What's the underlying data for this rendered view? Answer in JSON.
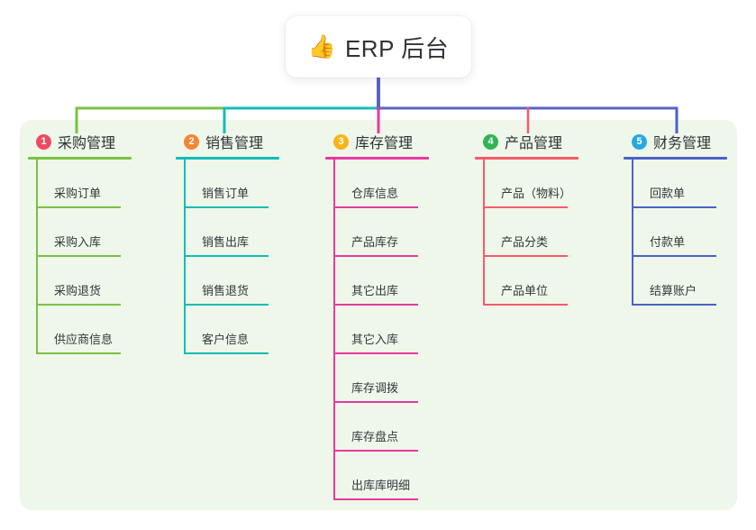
{
  "diagram": {
    "type": "mind-map",
    "root": {
      "emoji": "👍",
      "emoji_name": "thumbs-up-icon",
      "title": "ERP 后台"
    },
    "panel_background": "#eef7e9",
    "trunk_color": "#5d62c4",
    "branches": [
      {
        "index": "1",
        "title": "采购管理",
        "badge_color": "#ec4b62",
        "line_color": "#7ac143",
        "rule_width": 115,
        "connector_color": "#7ac143",
        "items": [
          {
            "label": "采购订单"
          },
          {
            "label": "采购入库"
          },
          {
            "label": "采购退货"
          },
          {
            "label": "供应商信息"
          }
        ]
      },
      {
        "index": "2",
        "title": "销售管理",
        "badge_color": "#f58634",
        "line_color": "#12bdb6",
        "rule_width": 115,
        "connector_color": "#12bdb6",
        "items": [
          {
            "label": "销售订单"
          },
          {
            "label": "销售出库"
          },
          {
            "label": "销售退货"
          },
          {
            "label": "客户信息"
          }
        ]
      },
      {
        "index": "3",
        "title": "库存管理",
        "badge_color": "#f9b418",
        "line_color": "#e8399f",
        "rule_width": 115,
        "connector_color": "#e8399f",
        "items": [
          {
            "label": "仓库信息"
          },
          {
            "label": "产品库存"
          },
          {
            "label": "其它出库"
          },
          {
            "label": "其它入库"
          },
          {
            "label": "库存调拨"
          },
          {
            "label": "库存盘点"
          },
          {
            "label": "出库库明细"
          }
        ]
      },
      {
        "index": "4",
        "title": "产品管理",
        "badge_color": "#2fb457",
        "line_color": "#f9596a",
        "rule_width": 115,
        "connector_color": "#f9596a",
        "items": [
          {
            "label": "产品（物料）"
          },
          {
            "label": "产品分类"
          },
          {
            "label": "产品单位"
          }
        ]
      },
      {
        "index": "5",
        "title": "财务管理",
        "badge_color": "#29a8e0",
        "line_color": "#4a62c9",
        "rule_width": 115,
        "connector_color": "#8ea8e0",
        "items": [
          {
            "label": "回款单"
          },
          {
            "label": "付款单"
          },
          {
            "label": "结算账户"
          }
        ]
      }
    ]
  }
}
